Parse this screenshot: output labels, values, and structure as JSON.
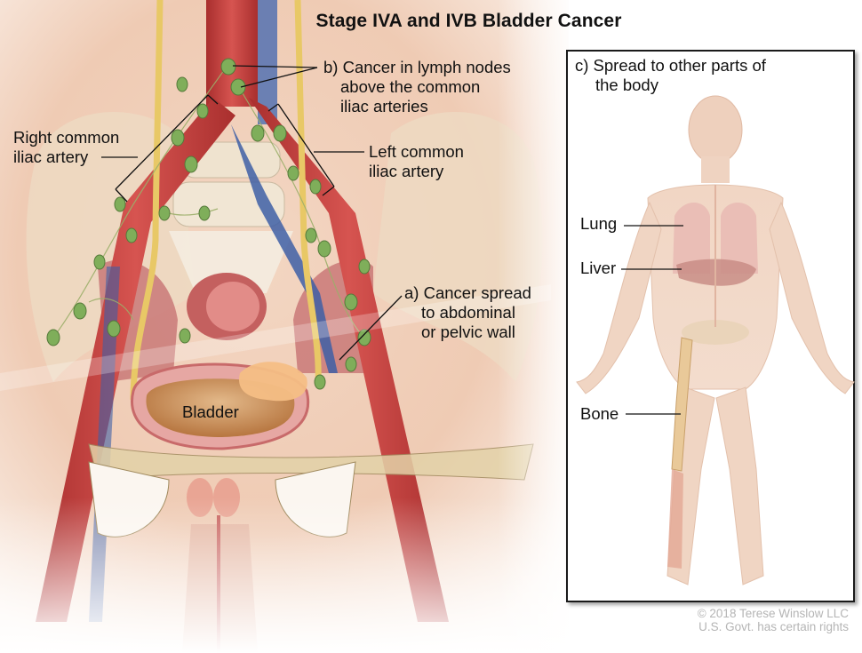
{
  "figure": {
    "title": "Stage IVA and IVB Bladder Cancer",
    "colors": {
      "background_skin": "#f2d2bd",
      "artery_red": "#c8403c",
      "vein_blue": "#3e5fa6",
      "lymph_node_green": "#7fae5a",
      "ureter_yellow": "#e6c564",
      "bone_beige": "#e9dcc4",
      "bladder_pink": "#e49a9a",
      "tumor_orange": "#f2b77a",
      "label_text": "#111111",
      "copyright_gray": "#b5b5b5",
      "panel_border": "#1a1a1a"
    }
  },
  "anatomy_labels": {
    "lymph_nodes": {
      "line1": "b) Cancer in lymph nodes",
      "line2": "above the common",
      "line3": "iliac arteries"
    },
    "right_iliac": {
      "line1": "Right common",
      "line2": "iliac artery"
    },
    "left_iliac": {
      "line1": "Left common",
      "line2": "iliac artery"
    },
    "pelvic_wall": {
      "line1": "a) Cancer spread",
      "line2": "to abdominal",
      "line3": "or pelvic wall"
    },
    "bladder": "Bladder"
  },
  "inset_panel": {
    "title_line1": "c) Spread to other parts of",
    "title_line2": "the body",
    "labels": {
      "lung": "Lung",
      "liver": "Liver",
      "bone": "Bone"
    }
  },
  "credits": {
    "line1": "© 2018 Terese Winslow LLC",
    "line2": "U.S. Govt. has certain rights"
  }
}
